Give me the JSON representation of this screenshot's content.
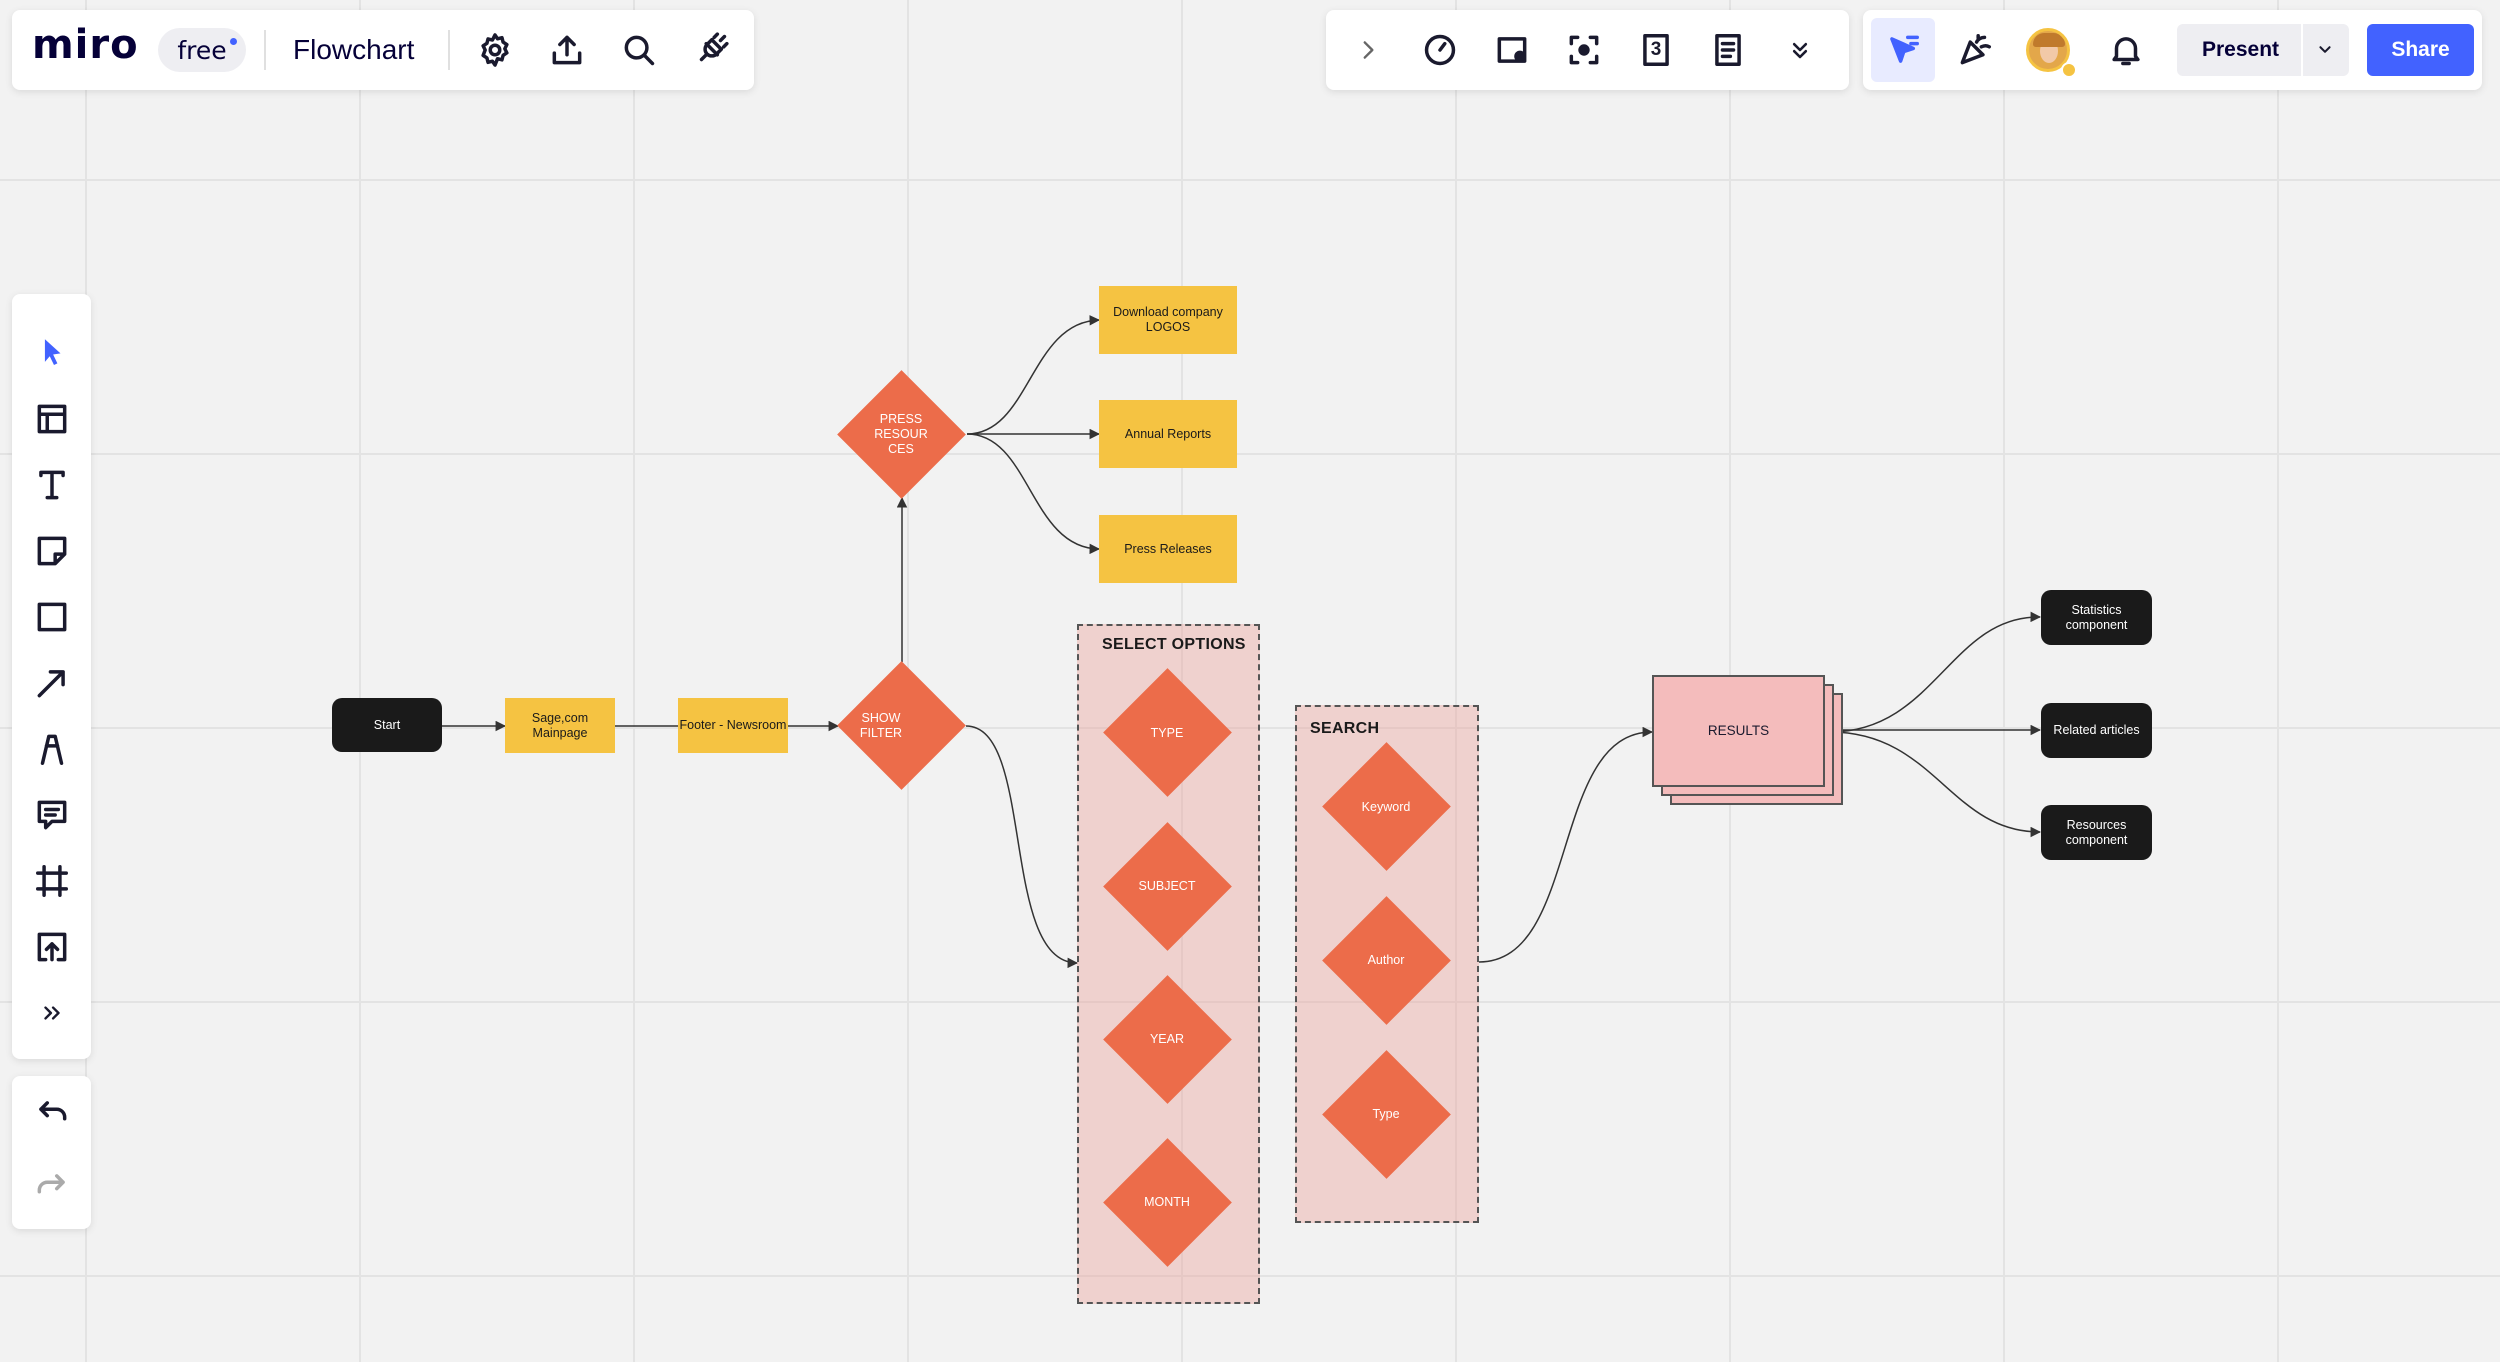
{
  "app": {
    "logo": "miro",
    "plan_badge": "free",
    "board_title": "Flowchart"
  },
  "toolbar_left": {
    "icons": [
      "settings-icon",
      "upload-icon",
      "search-icon",
      "plug-icon"
    ]
  },
  "toolbar_center": {
    "icons": [
      "chevron-right-icon",
      "timer-icon",
      "card-icon",
      "focus-icon",
      "counter-icon",
      "notes-icon",
      "more-chevrons-icon"
    ],
    "counter_value": "3"
  },
  "toolbar_right": {
    "present_label": "Present",
    "share_label": "Share",
    "accent": "#4262ff"
  },
  "sidebar": {
    "tools": [
      "select-icon",
      "templates-icon",
      "text-icon",
      "sticky-note-icon",
      "shape-icon",
      "arrow-icon",
      "pen-icon",
      "comment-icon",
      "frame-icon",
      "upload-icon",
      "more-tools-icon"
    ],
    "history": [
      "undo-icon",
      "redo-icon"
    ]
  },
  "flowchart": {
    "start": "Start",
    "sage": "Sage,com Mainpage",
    "footer": "Footer - Newsroom",
    "show_filter": "SHOW FILTER",
    "press_resources": "PRESS RESOUR CES",
    "download_logos": "Download company LOGOS",
    "annual_reports": "Annual Reports",
    "press_releases": "Press Releases",
    "select_options": {
      "title": "SELECT OPTIONS",
      "items": [
        "TYPE",
        "SUBJECT",
        "YEAR",
        "MONTH"
      ]
    },
    "search": {
      "title": "SEARCH",
      "items": [
        "Keyword",
        "Author",
        "Type"
      ]
    },
    "results": "RESULTS",
    "outputs": [
      "Statistics component",
      "Related articles",
      "Resources component"
    ]
  },
  "colors": {
    "sticky": "#f5c342",
    "decision": "#ec6c4a",
    "group": "#f2c4bf",
    "results": "#f4bcbc",
    "terminal": "#1a1a1a"
  }
}
